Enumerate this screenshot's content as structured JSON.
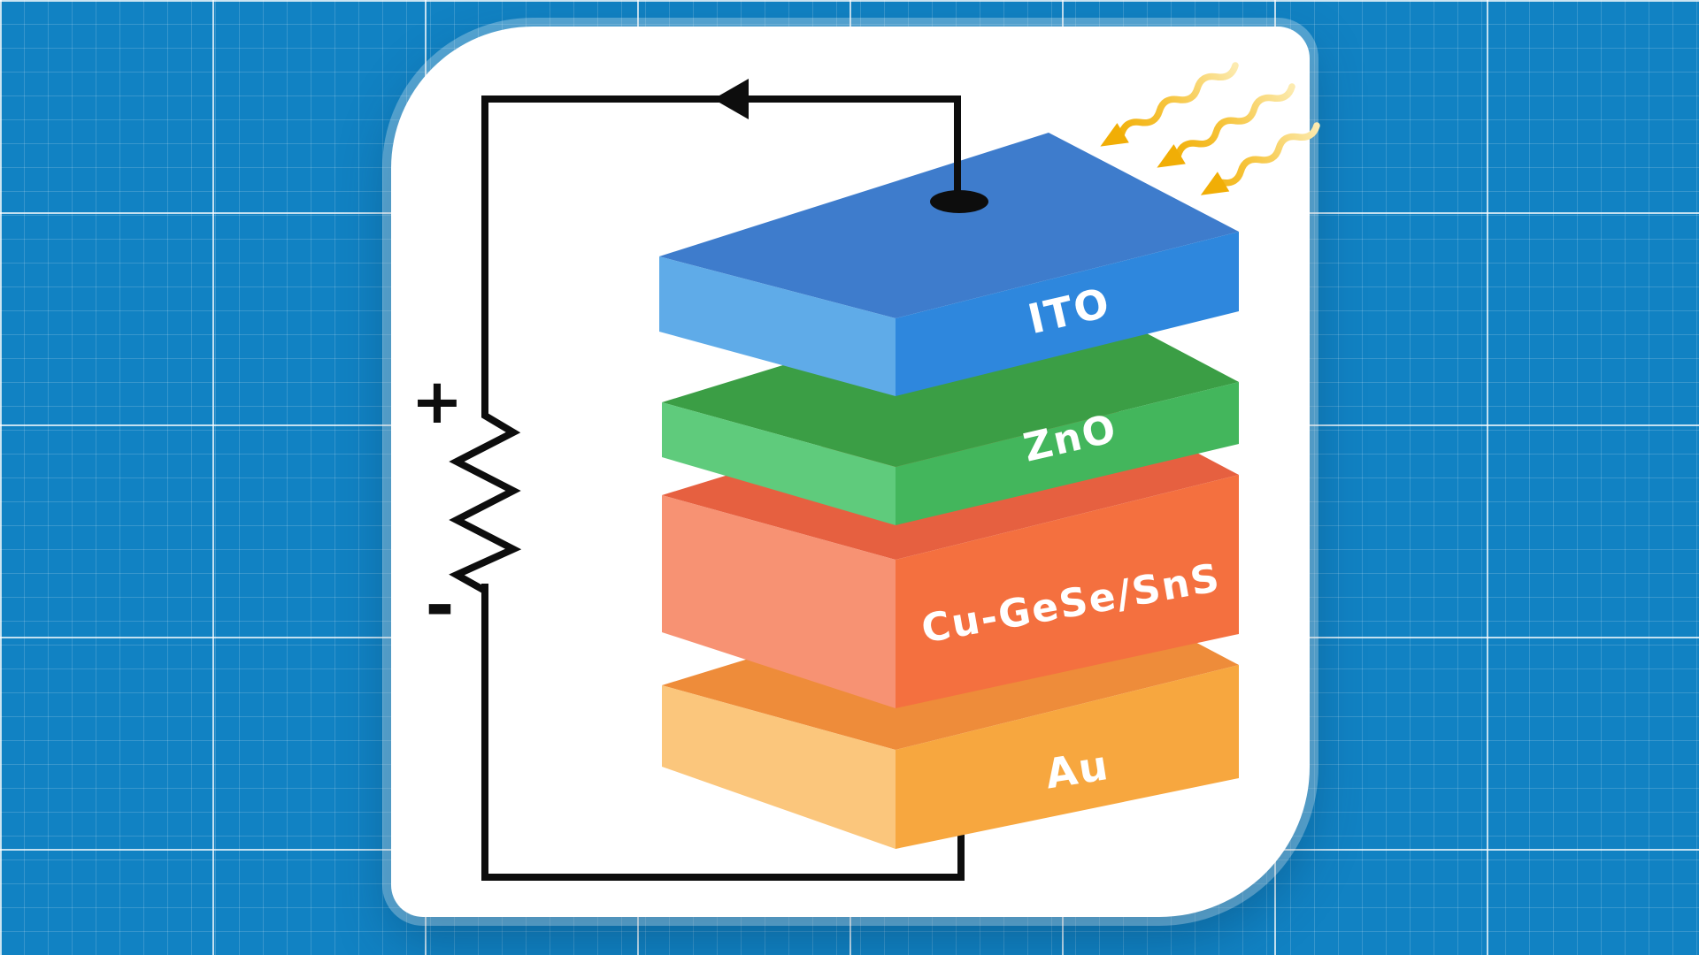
{
  "background": {
    "base_color": "#1182C3",
    "grid_minor_color": "rgba(255,255,255,0.16)",
    "grid_major_color": "rgba(255,255,255,0.75)"
  },
  "card": {
    "color": "#ffffff"
  },
  "circuit": {
    "positive_label": "+",
    "negative_label": "-",
    "wire_color": "#0d0d0d",
    "terminal_color": "#0d0d0d"
  },
  "light": {
    "ray_count": 3,
    "ray_color_head": "#F1AE06",
    "ray_color_tail": "#FCEBB0"
  },
  "layers": [
    {
      "label": "ITO",
      "top": "#3E7CCC",
      "left": "#5FABE8",
      "front": "#2E87DD",
      "label_color": "#ffffff"
    },
    {
      "label": "ZnO",
      "top": "#3B9E45",
      "left": "#5FCB7C",
      "front": "#43B65C",
      "label_color": "#ffffff"
    },
    {
      "label": "Cu-GeSe/SnS",
      "top": "#E66040",
      "left": "#F79273",
      "front": "#F4703F",
      "label_color": "#ffffff"
    },
    {
      "label": "Au",
      "top": "#EE8C3A",
      "left": "#FBC67C",
      "front": "#F7A73F",
      "label_color": "#ffffff"
    }
  ]
}
